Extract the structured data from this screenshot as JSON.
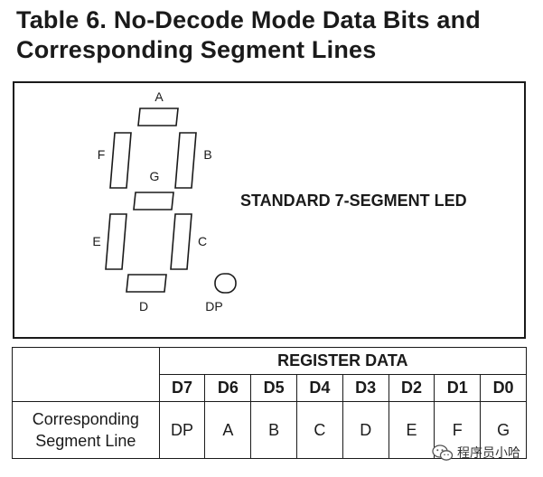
{
  "title": {
    "line1": "Table 6.  No-Decode Mode Data Bits and",
    "line2": "Corresponding Segment Lines"
  },
  "figure": {
    "segments": {
      "A": "A",
      "B": "B",
      "C": "C",
      "D": "D",
      "E": "E",
      "F": "F",
      "G": "G",
      "DP": "DP"
    },
    "caption": "STANDARD 7-SEGMENT LED"
  },
  "table": {
    "header": "REGISTER DATA",
    "bits": [
      "D7",
      "D6",
      "D5",
      "D4",
      "D3",
      "D2",
      "D1",
      "D0"
    ],
    "row_label_line1": "Corresponding",
    "row_label_line2": "Segment Line",
    "segments": [
      "DP",
      "A",
      "B",
      "C",
      "D",
      "E",
      "F",
      "G"
    ]
  },
  "watermark": {
    "text": "程序员小哈",
    "icon": "wechat-icon"
  },
  "colors": {
    "ink": "#1a1a1a",
    "background": "#ffffff"
  }
}
